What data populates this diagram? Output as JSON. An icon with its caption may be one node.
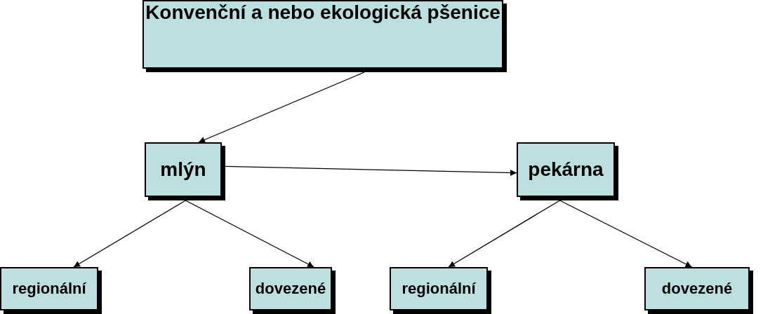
{
  "diagram": {
    "nodes": [
      {
        "text": [
          "Konvenční a nebo ekologická pšenice"
        ]
      },
      {
        "text": [
          "mlýn"
        ]
      },
      {
        "text": [
          "pekárna"
        ]
      },
      {
        "text": [
          "regionální"
        ]
      },
      {
        "text": [
          "dovezené"
        ]
      },
      {
        "text": [
          "regionální"
        ]
      },
      {
        "text": [
          "dovezené"
        ]
      }
    ],
    "edges": [
      {
        "from": 0,
        "to": 1,
        "arrow": "to"
      },
      {
        "from": 1,
        "to": 2,
        "arrow": "to"
      },
      {
        "from": 1,
        "to": 3,
        "arrow": "to"
      },
      {
        "from": 1,
        "to": 4,
        "arrow": "to"
      },
      {
        "from": 2,
        "to": 5,
        "arrow": "to"
      },
      {
        "from": 2,
        "to": 6,
        "arrow": "to"
      }
    ]
  }
}
